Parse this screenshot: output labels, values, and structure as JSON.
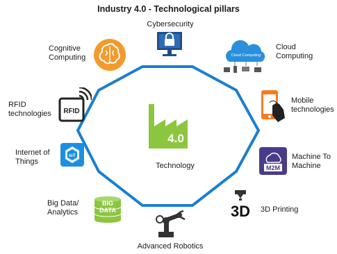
{
  "title": "Industry 4.0 - Technological pillars",
  "center": {
    "badge": "4.0",
    "label": "Technology"
  },
  "pillars": {
    "cybersecurity": "Cybersecurity",
    "cloud": {
      "label": "Cloud Computing",
      "icon_text": "Cloud Computing"
    },
    "mobile": "Mobile technologies",
    "m2m": {
      "label": "Machine To Machine",
      "icon_text": "M2M"
    },
    "printing": {
      "label": "3D Printing",
      "icon_text": "3D"
    },
    "robotics": "Advanced Robotics",
    "bigdata": {
      "label": "Big Data/ Analytics",
      "icon_text_1": "BIG",
      "icon_text_2": "DATA"
    },
    "iot": {
      "label": "Internet of Things",
      "icon_text": "IoT"
    },
    "rfid": {
      "label": "RFID technologies",
      "icon_text": "RFID"
    },
    "cognitive": "Cognitive Computing"
  },
  "colors": {
    "octagon": "#1a7fd0",
    "factory": "#8cc63f",
    "cognitive": "#f39a2c",
    "cloud": "#2a8fdc",
    "mobile": "#f47c20",
    "m2m": "#4a3b8a",
    "iot": "#1e8fe0",
    "bigdata": "#8cc63f"
  }
}
